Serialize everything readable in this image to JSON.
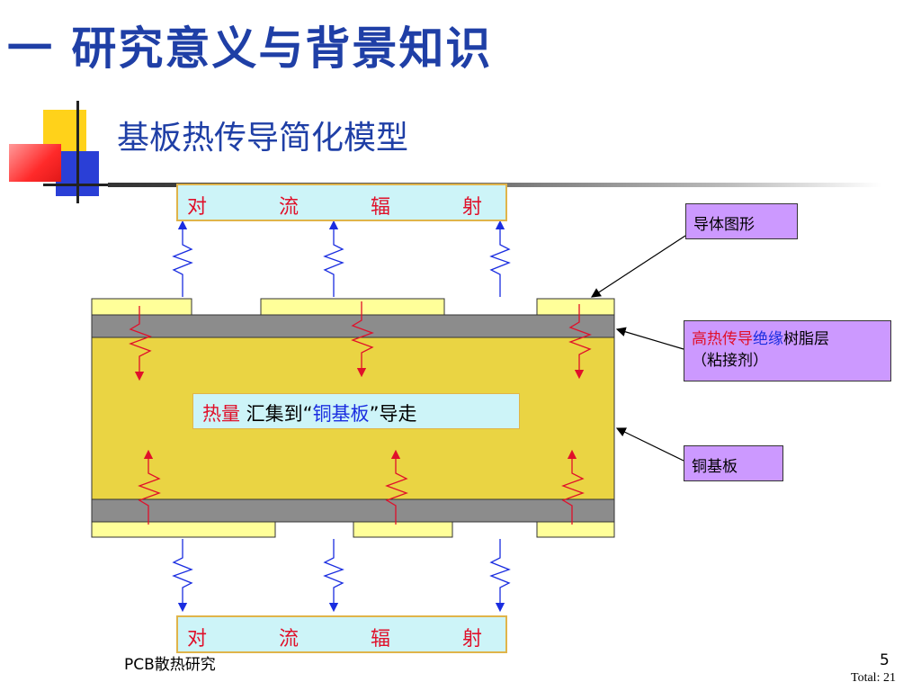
{
  "title": "一 研究意义与背景知识",
  "subtitle": "基板热传导简化模型",
  "convection_top": [
    "对",
    "流",
    "辐",
    "射"
  ],
  "convection_bottom": [
    "对",
    "流",
    "辐",
    "射"
  ],
  "labels": {
    "conductor": "导体图形",
    "resin_part1": "高热传导",
    "resin_part2": "绝缘",
    "resin_part3": "树脂层",
    "resin_line2": "（粘接剂）",
    "copper_base": "铜基板"
  },
  "center_text": {
    "part1": "热量",
    "part2": " 汇集到“",
    "part3": "铜基板",
    "part4": "”导走"
  },
  "footer": {
    "left": "PCB散热研究",
    "page": "5",
    "total": "Total: 21"
  },
  "colors": {
    "title": "#1f3fa6",
    "substrate": "#ead443",
    "insulation": "#8c8c8c",
    "conductor_pad": "#ffff99",
    "convection_fill": "#cdf4f8",
    "label_fill": "#cc99ff",
    "heat_red": "#e0102a",
    "heat_blue": "#1a2de0"
  }
}
